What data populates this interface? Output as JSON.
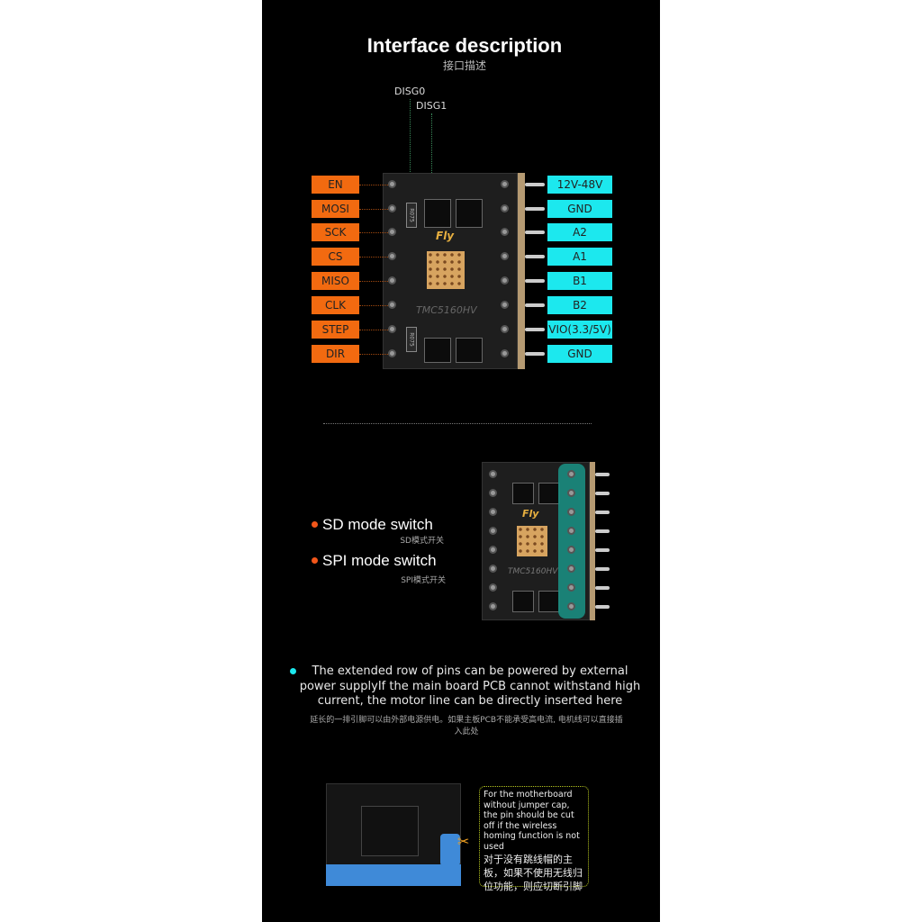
{
  "header": {
    "title": "Interface description",
    "subtitle": "接口描述"
  },
  "top_pins": [
    "DISG0",
    "DISG1"
  ],
  "left_pins": [
    "EN",
    "MOSI",
    "SCK",
    "CS",
    "MISO",
    "CLK",
    "STEP",
    "DIR"
  ],
  "right_pins": [
    "12V-48V",
    "GND",
    "A2",
    "A1",
    "B1",
    "B2",
    "VIO(3.3/5V)",
    "GND"
  ],
  "board": {
    "brand": "Fly",
    "model": "TMC5160HV",
    "resistor": "R075"
  },
  "modes": [
    {
      "label": "SD mode switch",
      "sub": "SD模式开关"
    },
    {
      "label": "SPI mode switch",
      "sub": "SPI模式开关"
    }
  ],
  "note": {
    "en": "The extended row of pins can be powered by external power supplyIf the main board PCB cannot withstand high current, the motor line can be directly inserted here",
    "cn": "延长的一排引脚可以由外部电源供电。如果主板PCB不能承受高电流, 电机线可以直接插入此处"
  },
  "callout": {
    "en": "For the motherboard without jumper cap, the pin should be cut off if the wireless homing function is not used",
    "cn": "对于没有跳线帽的主板，如果不使用无线归位功能，则应切断引脚"
  },
  "colors": {
    "orange": "#f26a10",
    "cyan": "#1ce8ee",
    "background": "#000000"
  }
}
